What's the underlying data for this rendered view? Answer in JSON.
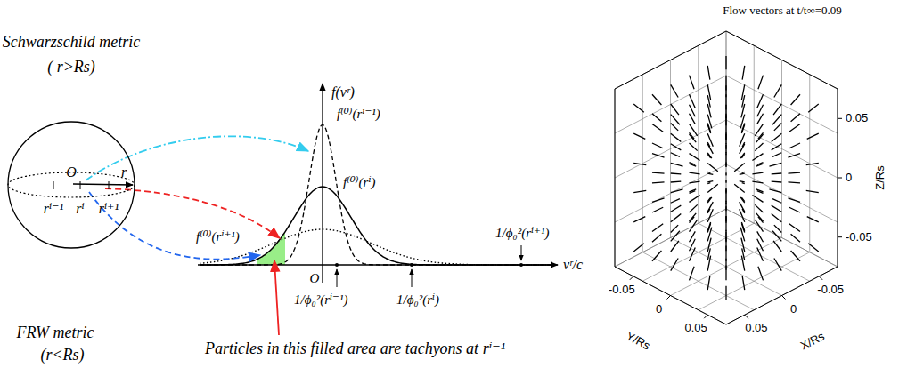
{
  "diagram": {
    "nodes": [
      {
        "text": [
          "O",
          "rⁱ⁻¹",
          "rⁱ",
          "rⁱ⁺¹",
          "r"
        ]
      }
    ],
    "labels": [
      "Schwarzschild metric",
      "( r>Rs)",
      "FRW metric",
      "(r<Rs)",
      "f(vʳ)",
      "f⁽⁰⁾(rⁱ⁻¹)",
      "f⁽⁰⁾(rⁱ)",
      "f⁽⁰⁾(rⁱ⁺¹)",
      "1/ϕ₀²(rⁱ⁺¹)",
      "vʳ/c",
      "O",
      "1/ϕ₀²(rⁱ⁻¹)",
      "1/ϕ₀²(rⁱ)",
      "Particles in this filled area are tachyons at rⁱ⁻¹",
      "Flow vectors at t/t∞=0.09",
      "0.05",
      "0",
      "-0.05",
      "Z/Rs",
      "-0.05",
      "0",
      "0.05",
      "Y/Rs",
      "0.05",
      "0",
      "-0.05",
      "X/Rs"
    ]
  }
}
